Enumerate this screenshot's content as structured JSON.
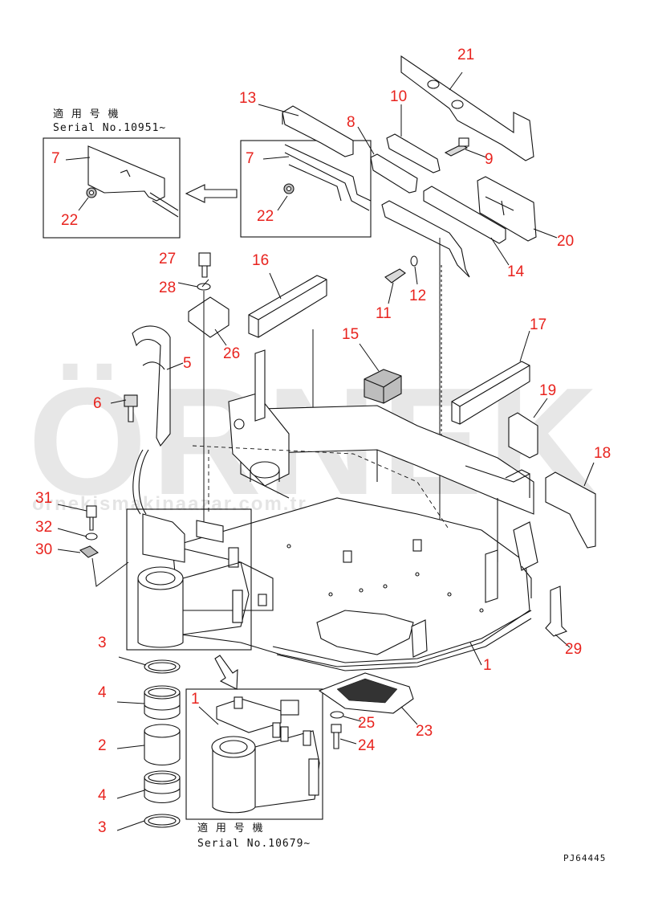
{
  "watermark": {
    "brand": "ÖRNEK",
    "site": "ornekismakinaazar.com.tr"
  },
  "insets": {
    "serial_top": {
      "jp": "適 用 号 機",
      "serial": "Serial No.10951~"
    },
    "serial_bottom": {
      "jp": "適 用 号 機",
      "serial": "Serial No.10679~"
    }
  },
  "callouts": {
    "c21": "21",
    "c13": "13",
    "c10": "10",
    "c8": "8",
    "c9": "9",
    "c7a": "7",
    "c7b": "7",
    "c22a": "22",
    "c22b": "22",
    "c20": "20",
    "c14": "14",
    "c27": "27",
    "c28": "28",
    "c16": "16",
    "c11": "11",
    "c12": "12",
    "c26": "26",
    "c5": "5",
    "c15": "15",
    "c17": "17",
    "c6": "6",
    "c19": "19",
    "c18": "18",
    "c31": "31",
    "c32": "32",
    "c30": "30",
    "c3a": "3",
    "c4a": "4",
    "c2": "2",
    "c4b": "4",
    "c3b": "3",
    "c1a": "1",
    "c1b": "1",
    "c25": "25",
    "c23": "23",
    "c24": "24",
    "c29": "29"
  },
  "drawing_code": "PJ64445",
  "colors": {
    "callout": "#e8231e",
    "line": "#111111",
    "watermark": "#7d7d7d"
  }
}
